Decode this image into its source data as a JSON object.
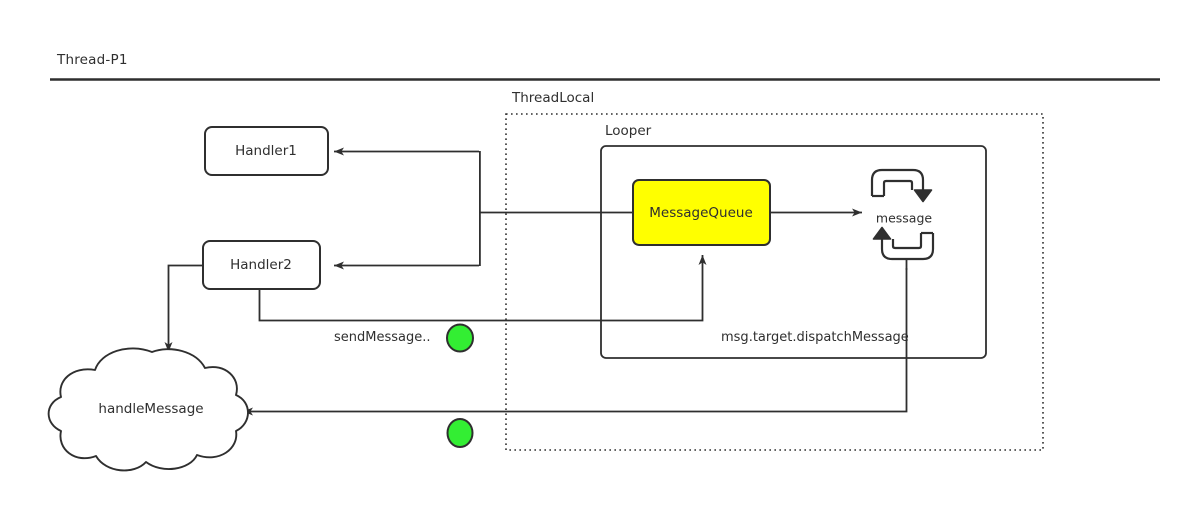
{
  "diagram": {
    "type": "flow-diagram",
    "title": "Thread-P1",
    "background": "#ffffff",
    "stroke_color": "#2f2f2f",
    "accent_color": "#ffff00",
    "status_color": "#33ee33"
  },
  "header": {
    "thread_label": "Thread-P1"
  },
  "groups": [
    {
      "id": "threadlocal",
      "label": "ThreadLocal",
      "border": "dotted"
    },
    {
      "id": "looper",
      "label": "Looper",
      "border": "solid"
    }
  ],
  "nodes": [
    {
      "id": "handler1",
      "label": "Handler1",
      "shape": "rounded-rect",
      "fill": "#ffffff"
    },
    {
      "id": "handler2",
      "label": "Handler2",
      "shape": "rounded-rect",
      "fill": "#ffffff"
    },
    {
      "id": "messagequeue",
      "label": "MessageQueue",
      "shape": "rounded-rect",
      "fill": "#ffff00"
    },
    {
      "id": "message",
      "label": "message",
      "shape": "loop-arrows",
      "fill": "none"
    },
    {
      "id": "handlemessage",
      "label": "handleMessage",
      "shape": "cloud",
      "fill": "#ffffff"
    }
  ],
  "edge_labels": [
    {
      "id": "send",
      "label": "sendMessage.."
    },
    {
      "id": "dispatch",
      "label": "msg.target.dispatchMessage"
    }
  ],
  "markers": [
    {
      "id": "marker-send",
      "shape": "circle",
      "color": "#33ee33"
    },
    {
      "id": "marker-handle",
      "shape": "circle",
      "color": "#33ee33"
    }
  ]
}
